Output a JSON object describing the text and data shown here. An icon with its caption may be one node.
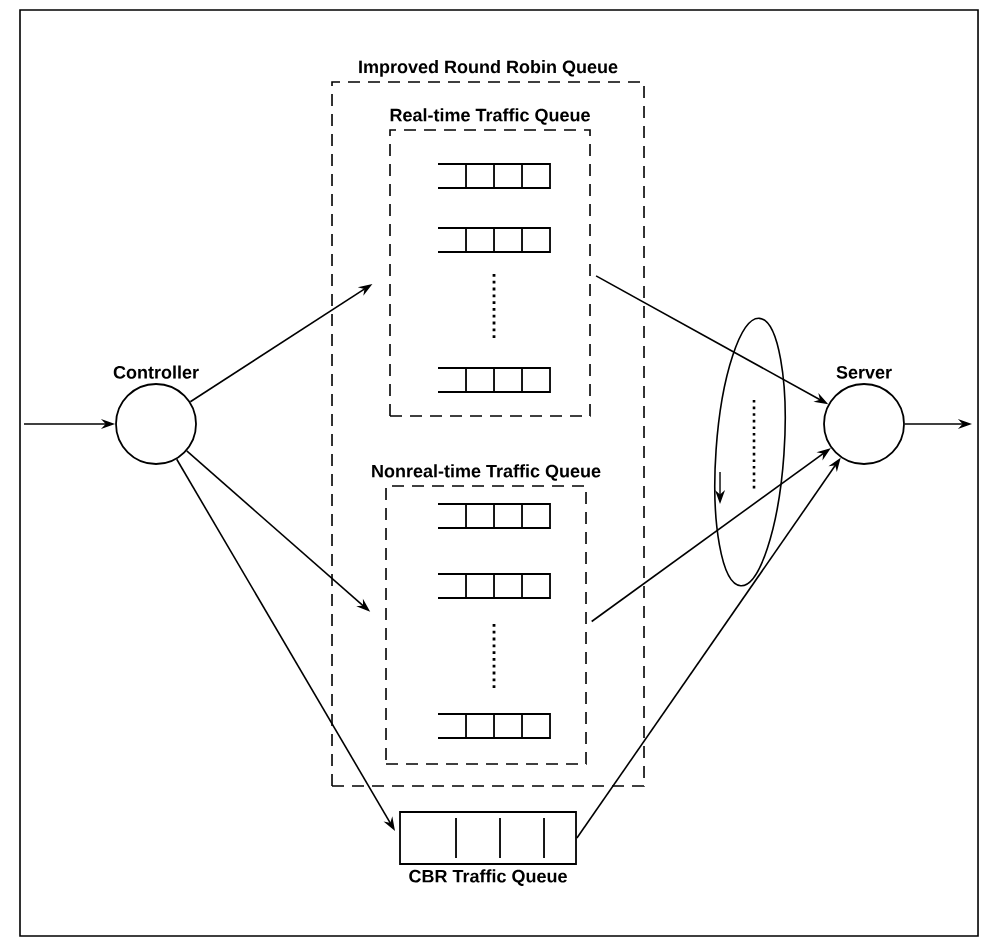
{
  "diagram": {
    "nodes": [
      {
        "text": [
          "Improved Round Robin Queue"
        ]
      },
      {
        "text": [
          "Real-time Traffic Queue"
        ],
        "in": 0
      },
      {
        "text": [
          "Nonreal-time Traffic Queue"
        ],
        "in": 0
      },
      {
        "text": [
          "CBR Traffic Queue"
        ]
      },
      {
        "text": [
          "Controller"
        ]
      },
      {
        "text": [
          "Server"
        ]
      }
    ],
    "edges": [
      {
        "from": null,
        "to": 4,
        "arrow": "to"
      },
      {
        "from": 4,
        "to": 1,
        "arrow": "to"
      },
      {
        "from": 4,
        "to": 2,
        "arrow": "to"
      },
      {
        "from": 4,
        "to": 3,
        "arrow": "to"
      },
      {
        "from": 1,
        "to": 5,
        "arrow": "to"
      },
      {
        "from": 2,
        "to": 5,
        "arrow": "to"
      },
      {
        "from": 3,
        "to": 5,
        "arrow": "to"
      },
      {
        "from": 5,
        "to": null,
        "arrow": "to"
      }
    ]
  }
}
